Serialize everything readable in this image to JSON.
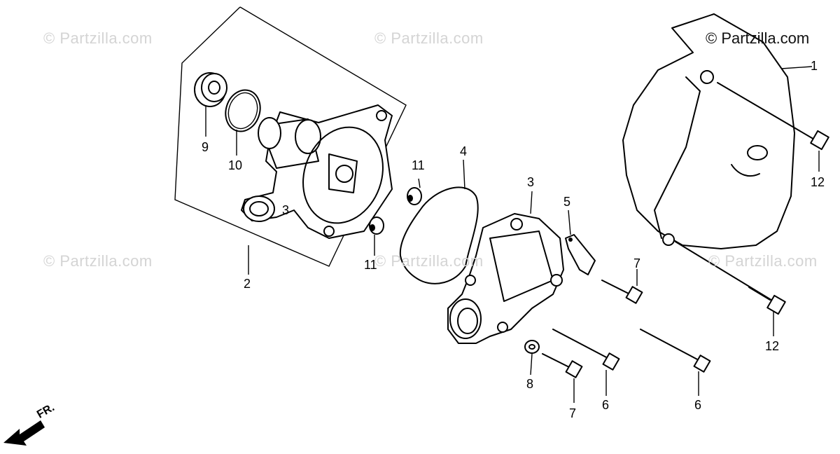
{
  "watermarks": [
    "© Partzilla.com",
    "© Partzilla.com",
    "© Partzilla.com",
    "© Partzilla.com",
    "© Partzilla.com",
    "© Partzilla.com"
  ],
  "watermark_dark": "© Partzilla.com",
  "direction_label": "FR.",
  "callouts": {
    "c1": "1",
    "c2": "2",
    "c3a": "3",
    "c3b": "3",
    "c4": "4",
    "c5": "5",
    "c6a": "6",
    "c6b": "6",
    "c7a": "7",
    "c7b": "7",
    "c8": "8",
    "c9": "9",
    "c10": "10",
    "c11a": "11",
    "c11b": "11",
    "c12a": "12",
    "c12b": "12"
  }
}
